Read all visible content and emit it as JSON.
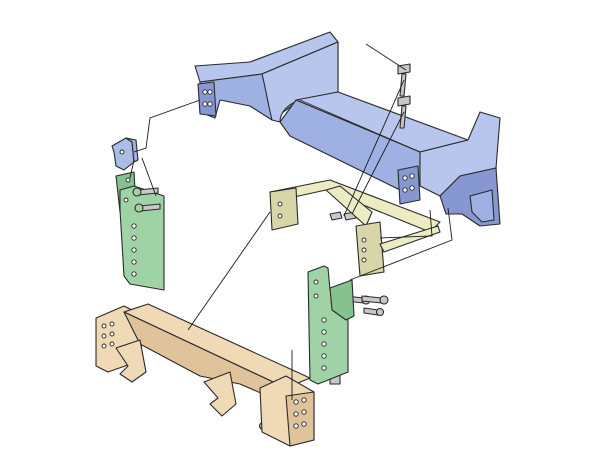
{
  "colors": {
    "frame": "#b8c6ee",
    "frame_shade": "#9fb0e2",
    "frame_dark": "#8797d1",
    "clip": "#a9bde6",
    "bracket": "#9fd3a6",
    "bracket_shade": "#86c290",
    "rail": "#ecebc4",
    "rail_shade": "#d8d6a8",
    "hitch": "#f0d9b5",
    "hitch_shade": "#e0c39a",
    "hardware": "#c8c8c8",
    "outline": "#2a2a2a",
    "background": "#ffffff"
  },
  "parts": [
    {
      "id": "vehicle-frame",
      "icon": "frame-icon"
    },
    {
      "id": "frame-clip-left",
      "icon": "clip-icon"
    },
    {
      "id": "mounting-bracket-left",
      "icon": "bracket-icon"
    },
    {
      "id": "mounting-bracket-right",
      "icon": "bracket-icon"
    },
    {
      "id": "cross-support",
      "icon": "support-icon"
    },
    {
      "id": "receiver-crossbar",
      "icon": "crossbar-icon"
    },
    {
      "id": "carriage-bolts",
      "icon": "bolt-icon"
    },
    {
      "id": "hex-nuts",
      "icon": "nut-icon"
    }
  ]
}
